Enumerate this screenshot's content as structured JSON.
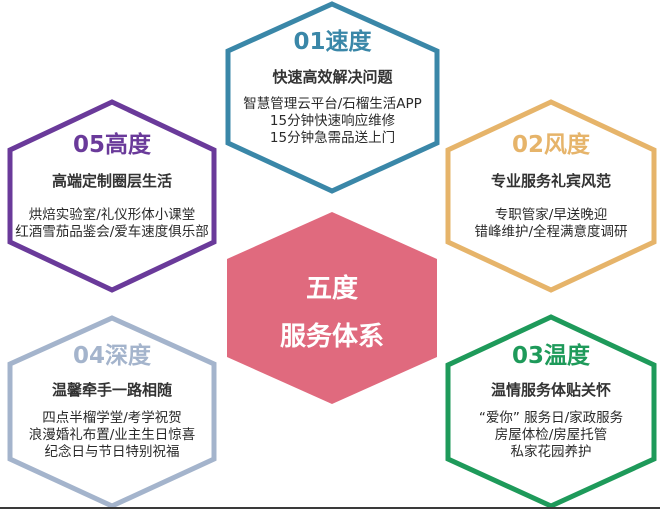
{
  "colors": {
    "speed": "#3a87a8",
    "style": "#e6b46a",
    "warmth": "#1e9a5a",
    "depth": "#a4b4cc",
    "height": "#6a3a9a",
    "center": "#e06a7e"
  },
  "center": {
    "line1": "五度",
    "line2": "服务体系"
  },
  "nodes": [
    {
      "id": "speed",
      "title": "01速度",
      "subtitle": "快速高效解决问题",
      "lines": [
        "智慧管理云平台/石榴生活APP",
        "15分钟快速响应维修",
        "15分钟急需品送上门"
      ]
    },
    {
      "id": "style",
      "title": "02风度",
      "subtitle": "专业服务礼宾风范",
      "lines": [
        "专职管家/早送晚迎",
        "错峰维护/全程满意度调研"
      ]
    },
    {
      "id": "warmth",
      "title": "03温度",
      "subtitle": "温情服务体贴关怀",
      "lines": [
        "“爱你” 服务日/家政服务",
        "房屋体检/房屋托管",
        "私家花园养护"
      ]
    },
    {
      "id": "depth",
      "title": "04深度",
      "subtitle": "温馨牵手一路相随",
      "lines": [
        "四点半榴学堂/考学祝贺",
        "浪漫婚礼布置/业主生日惊喜",
        "纪念日与节日特别祝福"
      ]
    },
    {
      "id": "height",
      "title": "05高度",
      "subtitle": "高端定制圈层生活",
      "lines": [
        "烘焙实验室/礼仪形体小课堂",
        "红酒雪茄品鉴会/爱车速度俱乐部"
      ]
    }
  ]
}
